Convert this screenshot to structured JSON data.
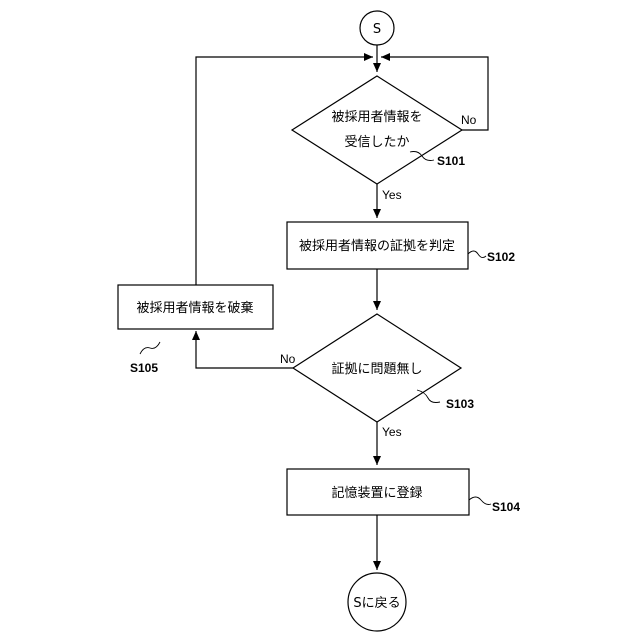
{
  "start": {
    "text": "S"
  },
  "end": {
    "text": "Sに戻る"
  },
  "decision1": {
    "line1": "被採用者情報を",
    "line2": "受信したか",
    "id": "S101",
    "no": "No",
    "yes": "Yes"
  },
  "process2": {
    "text": "被採用者情報の証拠を判定",
    "id": "S102"
  },
  "decision3": {
    "text": "証拠に問題無し",
    "id": "S103",
    "no": "No",
    "yes": "Yes"
  },
  "process4": {
    "text": "記憶装置に登録",
    "id": "S104"
  },
  "process5": {
    "text": "被採用者情報を破棄",
    "id": "S105"
  }
}
